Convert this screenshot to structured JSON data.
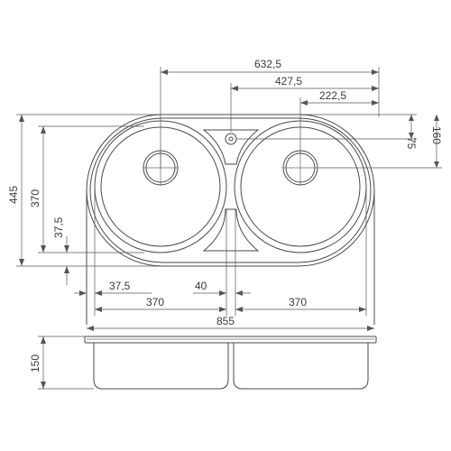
{
  "colors": {
    "line": "#4a4a4a",
    "dimension": "#555555",
    "background": "#ffffff"
  },
  "labels": {
    "overall_width_from_left_bowl_center": "632,5",
    "width_from_tap_hole": "427,5",
    "width_from_right_bowl_center": "222,5",
    "right_offset_75": "75",
    "right_offset_160": "160",
    "overall_depth": "445",
    "bowl_depth": "370",
    "left_offset_vertical": "37,5",
    "left_offset_horizontal": "37,5",
    "bowl_gap": "40",
    "left_bowl_width": "370",
    "right_bowl_width": "370",
    "overall_width": "855",
    "bowl_height": "150"
  }
}
